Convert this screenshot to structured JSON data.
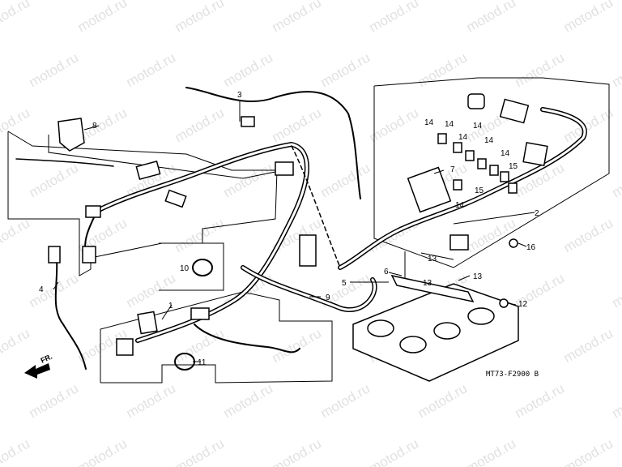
{
  "watermark": "motod.ru",
  "diagram": {
    "code": "MT73-F2900 B",
    "direction_label": "FR.",
    "callouts": [
      "1",
      "2",
      "3",
      "4",
      "5",
      "6",
      "7",
      "8",
      "9",
      "10",
      "11",
      "12",
      "13",
      "13",
      "13",
      "14",
      "14",
      "14",
      "14",
      "14",
      "14",
      "14",
      "15",
      "15",
      "16"
    ]
  },
  "colors": {
    "line": "#000000",
    "watermark": "#c9c9c9"
  }
}
